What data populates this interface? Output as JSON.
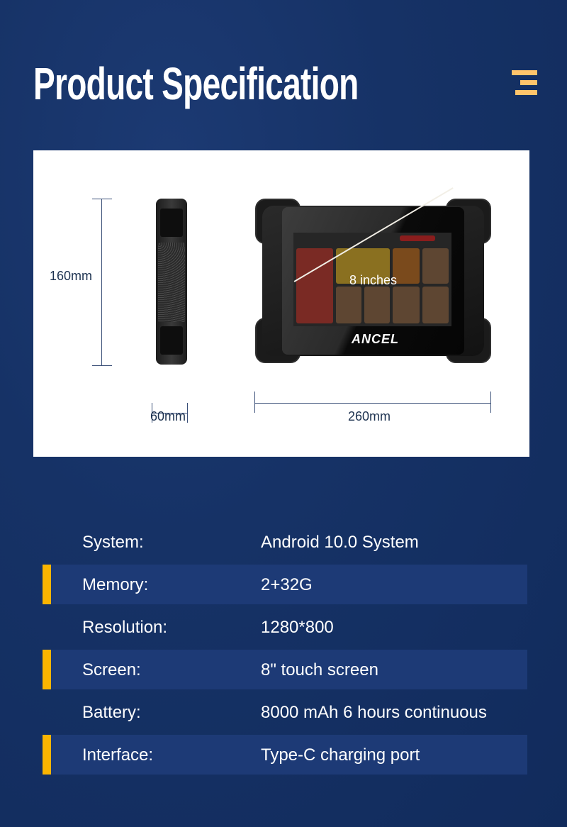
{
  "header": {
    "title": "Product Specification",
    "menu_icon": "hamburger-menu-icon",
    "accent_color": "#ffc46b"
  },
  "dimensions_panel": {
    "height_label": "160mm",
    "depth_label": "60mm",
    "width_label": "260mm",
    "screen_diagonal_label": "8 inches",
    "brand_logo": "ANCEL"
  },
  "specs": {
    "highlight_color": "#fab400",
    "rows": [
      {
        "label": "System:",
        "value": "Android 10.0 System",
        "shaded": false
      },
      {
        "label": "Memory:",
        "value": "2+32G",
        "shaded": true
      },
      {
        "label": "Resolution:",
        "value": "1280*800",
        "shaded": false
      },
      {
        "label": "Screen:",
        "value": "8\" touch screen",
        "shaded": true
      },
      {
        "label": "Battery:",
        "value": "8000 mAh 6 hours continuous",
        "shaded": false
      },
      {
        "label": "Interface:",
        "value": "Type-C charging port",
        "shaded": true
      }
    ]
  }
}
